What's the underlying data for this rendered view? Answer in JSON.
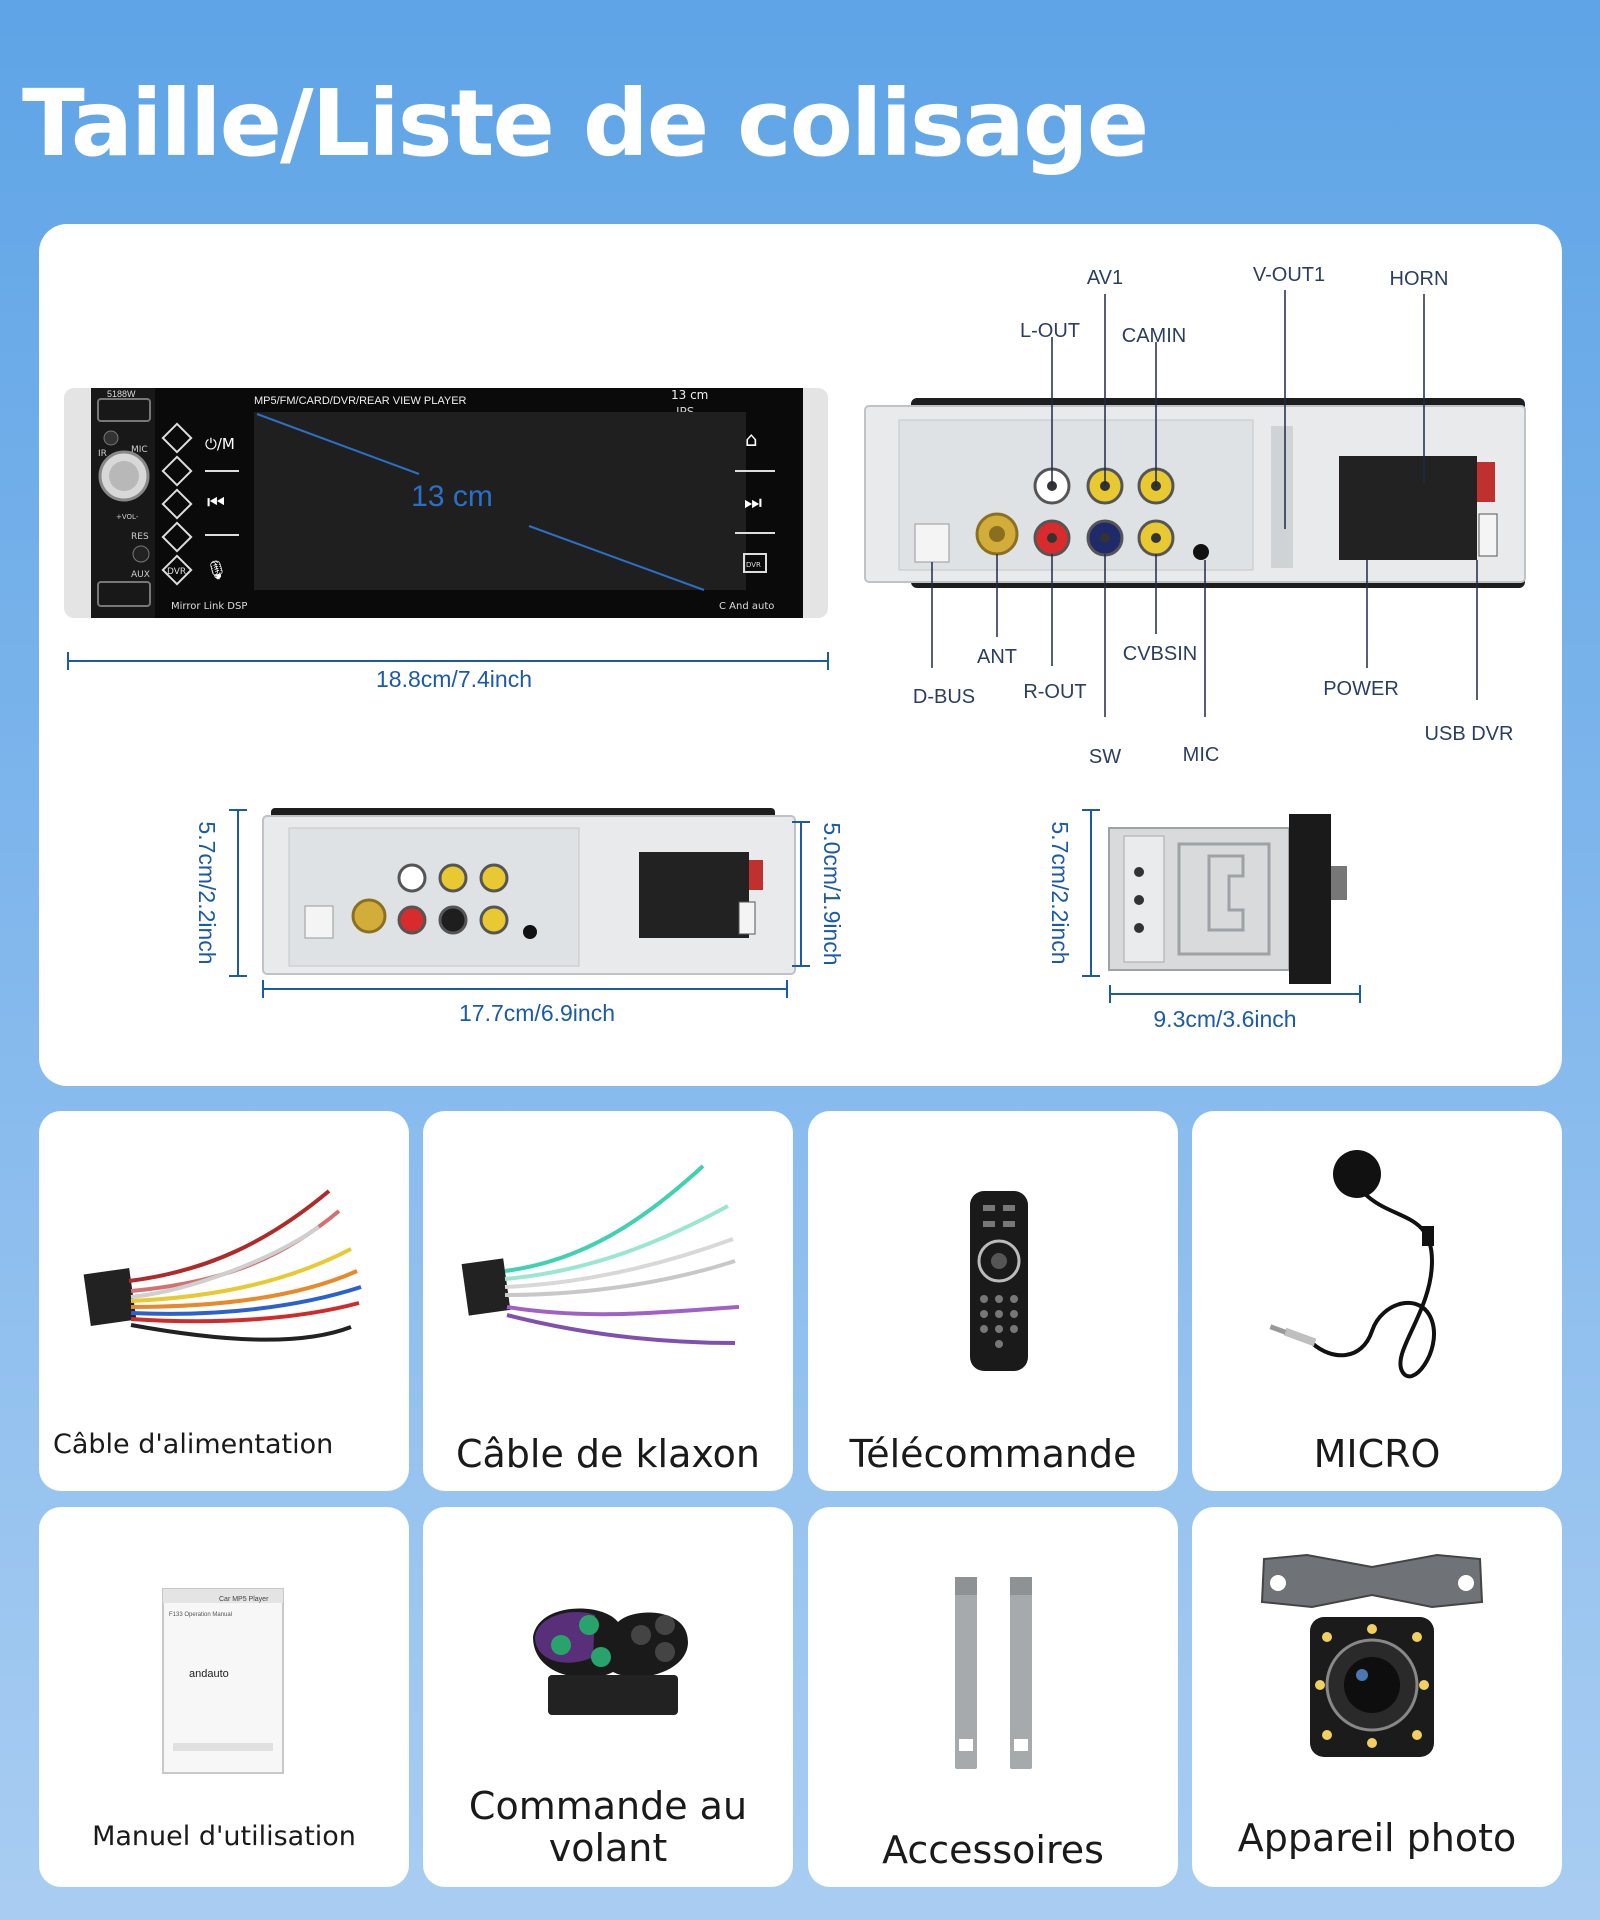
{
  "title": "Taille/Liste de colisage",
  "front_unit": {
    "model": "5188W",
    "header_text": "MP5/FM/CARD/DVR/REAR VIEW PLAYER",
    "size_tag": "13 cm",
    "ips_tag": "IPS",
    "screen_diag": "13 cm",
    "footer_left": "Mirror Link  DSP",
    "brand": "C And auto",
    "left_labels": {
      "ir": "IR",
      "mic": "MIC",
      "vol": "+VOL-",
      "res": "RES",
      "aux": "AUX"
    },
    "button_labels": {
      "power_mode": "⏻/M",
      "dvr_btn": "DVR",
      "dvr_icon": "DVR"
    },
    "width_dim": "18.8cm/7.4inch"
  },
  "rear_ports": {
    "av1": "AV1",
    "v_out1": "V-OUT1",
    "horn": "HORN",
    "l_out": "L-OUT",
    "camin": "CAMIN",
    "ant": "ANT",
    "cvbsin": "CVBSIN",
    "d_bus": "D-BUS",
    "r_out": "R-OUT",
    "power": "POWER",
    "usb_dvr": "USB DVR",
    "sw": "SW",
    "mic": "MIC"
  },
  "dimensions": {
    "rear_height": "5.7cm/2.2inch",
    "rear_inner_height": "5.0cm/1.9inch",
    "rear_width": "17.7cm/6.9inch",
    "side_height": "5.7cm/2.2inch",
    "side_depth": "9.3cm/3.6inch"
  },
  "items": [
    {
      "label": "Câble d'alimentation",
      "icon": "power-cable-icon"
    },
    {
      "label": "Câble de klaxon",
      "icon": "horn-cable-icon"
    },
    {
      "label": "Télécommande",
      "icon": "remote-control-icon"
    },
    {
      "label": "MICRO",
      "icon": "microphone-icon"
    },
    {
      "label": "Manuel d'utilisation",
      "icon": "manual-icon"
    },
    {
      "label": "Commande au volant",
      "icon": "steering-remote-icon"
    },
    {
      "label": "Accessoires",
      "icon": "removal-keys-icon"
    },
    {
      "label": "Appareil photo",
      "icon": "rear-camera-icon"
    }
  ],
  "manual": {
    "title": "Car MP5 Player",
    "subtitle": "F133 Operation Manual",
    "brand": "andauto"
  }
}
